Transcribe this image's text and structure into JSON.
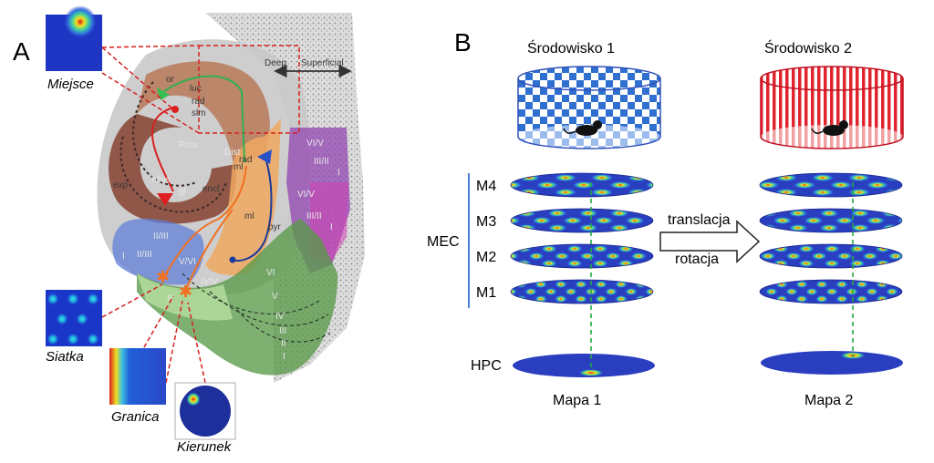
{
  "panel_a": {
    "letter": "A",
    "inset_labels": {
      "place": "Miejsce",
      "grid": "Siatka",
      "border": "Granica",
      "direction": "Kierunek"
    },
    "anatomy_labels": {
      "deep": "Deep",
      "superficial": "Superficial",
      "or": "or",
      "luc": "luc",
      "rad": "rad",
      "slm": "slm",
      "prox": "Prox",
      "dist": "Dist",
      "hilus": "hilus",
      "gl": "gl",
      "encl": "encl",
      "exp": "exp",
      "ml": "ml",
      "pyr": "pyr",
      "ml2": "ml",
      "rad2": "rad",
      "vi_v_1": "VI/V",
      "iii_ii_1": "III/II",
      "i_1": "I",
      "vi_v_2": "VI/V",
      "iii_ii_2": "III/II",
      "i_2": "I",
      "ii_iii": "II/III",
      "ii_iii_b": "II/III",
      "i_3": "I",
      "v_vi": "V/VI",
      "vi": "VI",
      "v": "V",
      "iv": "IV",
      "iii": "III",
      "ii": "II",
      "i_4": "I",
      "ii_b": "II",
      "iv_v": "IV/V"
    }
  },
  "panel_b": {
    "letter": "B",
    "env1_title": "Środowisko 1",
    "env2_title": "Środowisko 2",
    "mec_label": "MEC",
    "modules": [
      "M4",
      "M3",
      "M2",
      "M1"
    ],
    "hpc_label": "HPC",
    "arrow_top": "translacja",
    "arrow_bottom": "rotacja",
    "map1": "Mapa 1",
    "map2": "Mapa 2"
  },
  "colors": {
    "checker_blue": "#2f6fd0",
    "stripe_red": "#e0242e",
    "env1_outline": "#3050b8",
    "env2_outline": "#c01020",
    "disc_blue": "#2a3fc0",
    "mec_bracket": "#4a7fd0",
    "connector_red": "#d82020",
    "dashed_green": "#22aa44"
  }
}
